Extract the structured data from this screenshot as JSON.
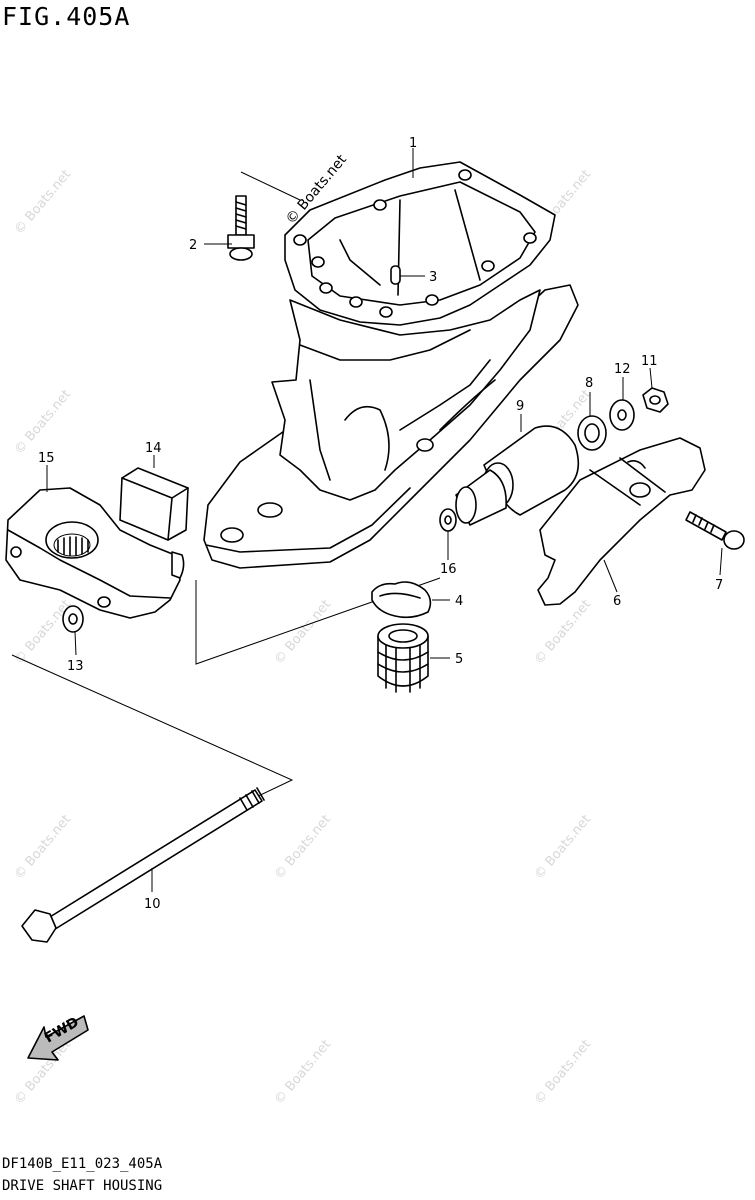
{
  "figure": {
    "title": "FIG.405A",
    "drawing_code": "DF140B_E11_023_405A",
    "drawing_name": "DRIVE SHAFT HOUSING"
  },
  "watermark": "© Boats.net",
  "direction_label": "FWD",
  "callouts": [
    "1",
    "2",
    "3",
    "4",
    "5",
    "6",
    "7",
    "8",
    "9",
    "10",
    "11",
    "12",
    "13",
    "14",
    "15",
    "16"
  ]
}
